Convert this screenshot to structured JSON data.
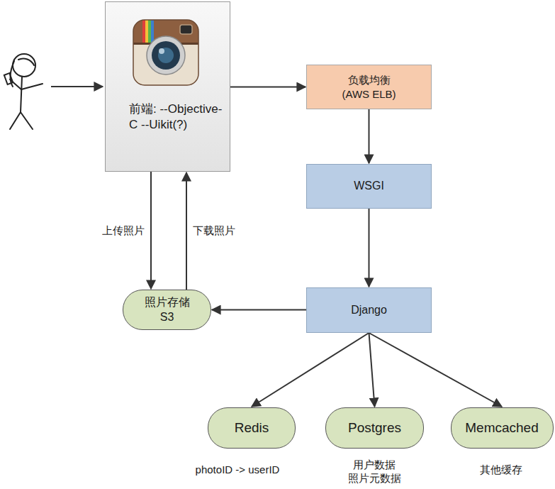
{
  "diagram": {
    "nodes": [
      {
        "text": [
          "前端: --Objective-C --Uikit(?)"
        ]
      },
      {
        "text": [
          "负载均衡 (AWS ELB)"
        ]
      },
      {
        "text": [
          "WSGI"
        ]
      },
      {
        "text": [
          "Django"
        ]
      },
      {
        "text": [
          "照片存储 S3"
        ]
      },
      {
        "text": [
          "Redis"
        ]
      },
      {
        "text": [
          "Postgres"
        ]
      },
      {
        "text": [
          "Memcached"
        ]
      }
    ],
    "edges": [
      {
        "from": 0,
        "to": 1,
        "arrow": "to"
      },
      {
        "from": 1,
        "to": 2,
        "arrow": "to"
      },
      {
        "from": 2,
        "to": 3,
        "arrow": "to"
      },
      {
        "from": 0,
        "to": 4,
        "label": "上传照片",
        "arrow": "to"
      },
      {
        "from": 4,
        "to": 0,
        "label": "下载照片",
        "arrow": "to"
      },
      {
        "from": 3,
        "to": 4,
        "arrow": "to"
      },
      {
        "from": 3,
        "to": 5,
        "arrow": "to"
      },
      {
        "from": 3,
        "to": 6,
        "arrow": "to"
      },
      {
        "from": 3,
        "to": 7,
        "arrow": "to"
      }
    ],
    "labels": [
      "photoID -> userID",
      "用户数据 照片元数据",
      "其他缓存"
    ]
  }
}
